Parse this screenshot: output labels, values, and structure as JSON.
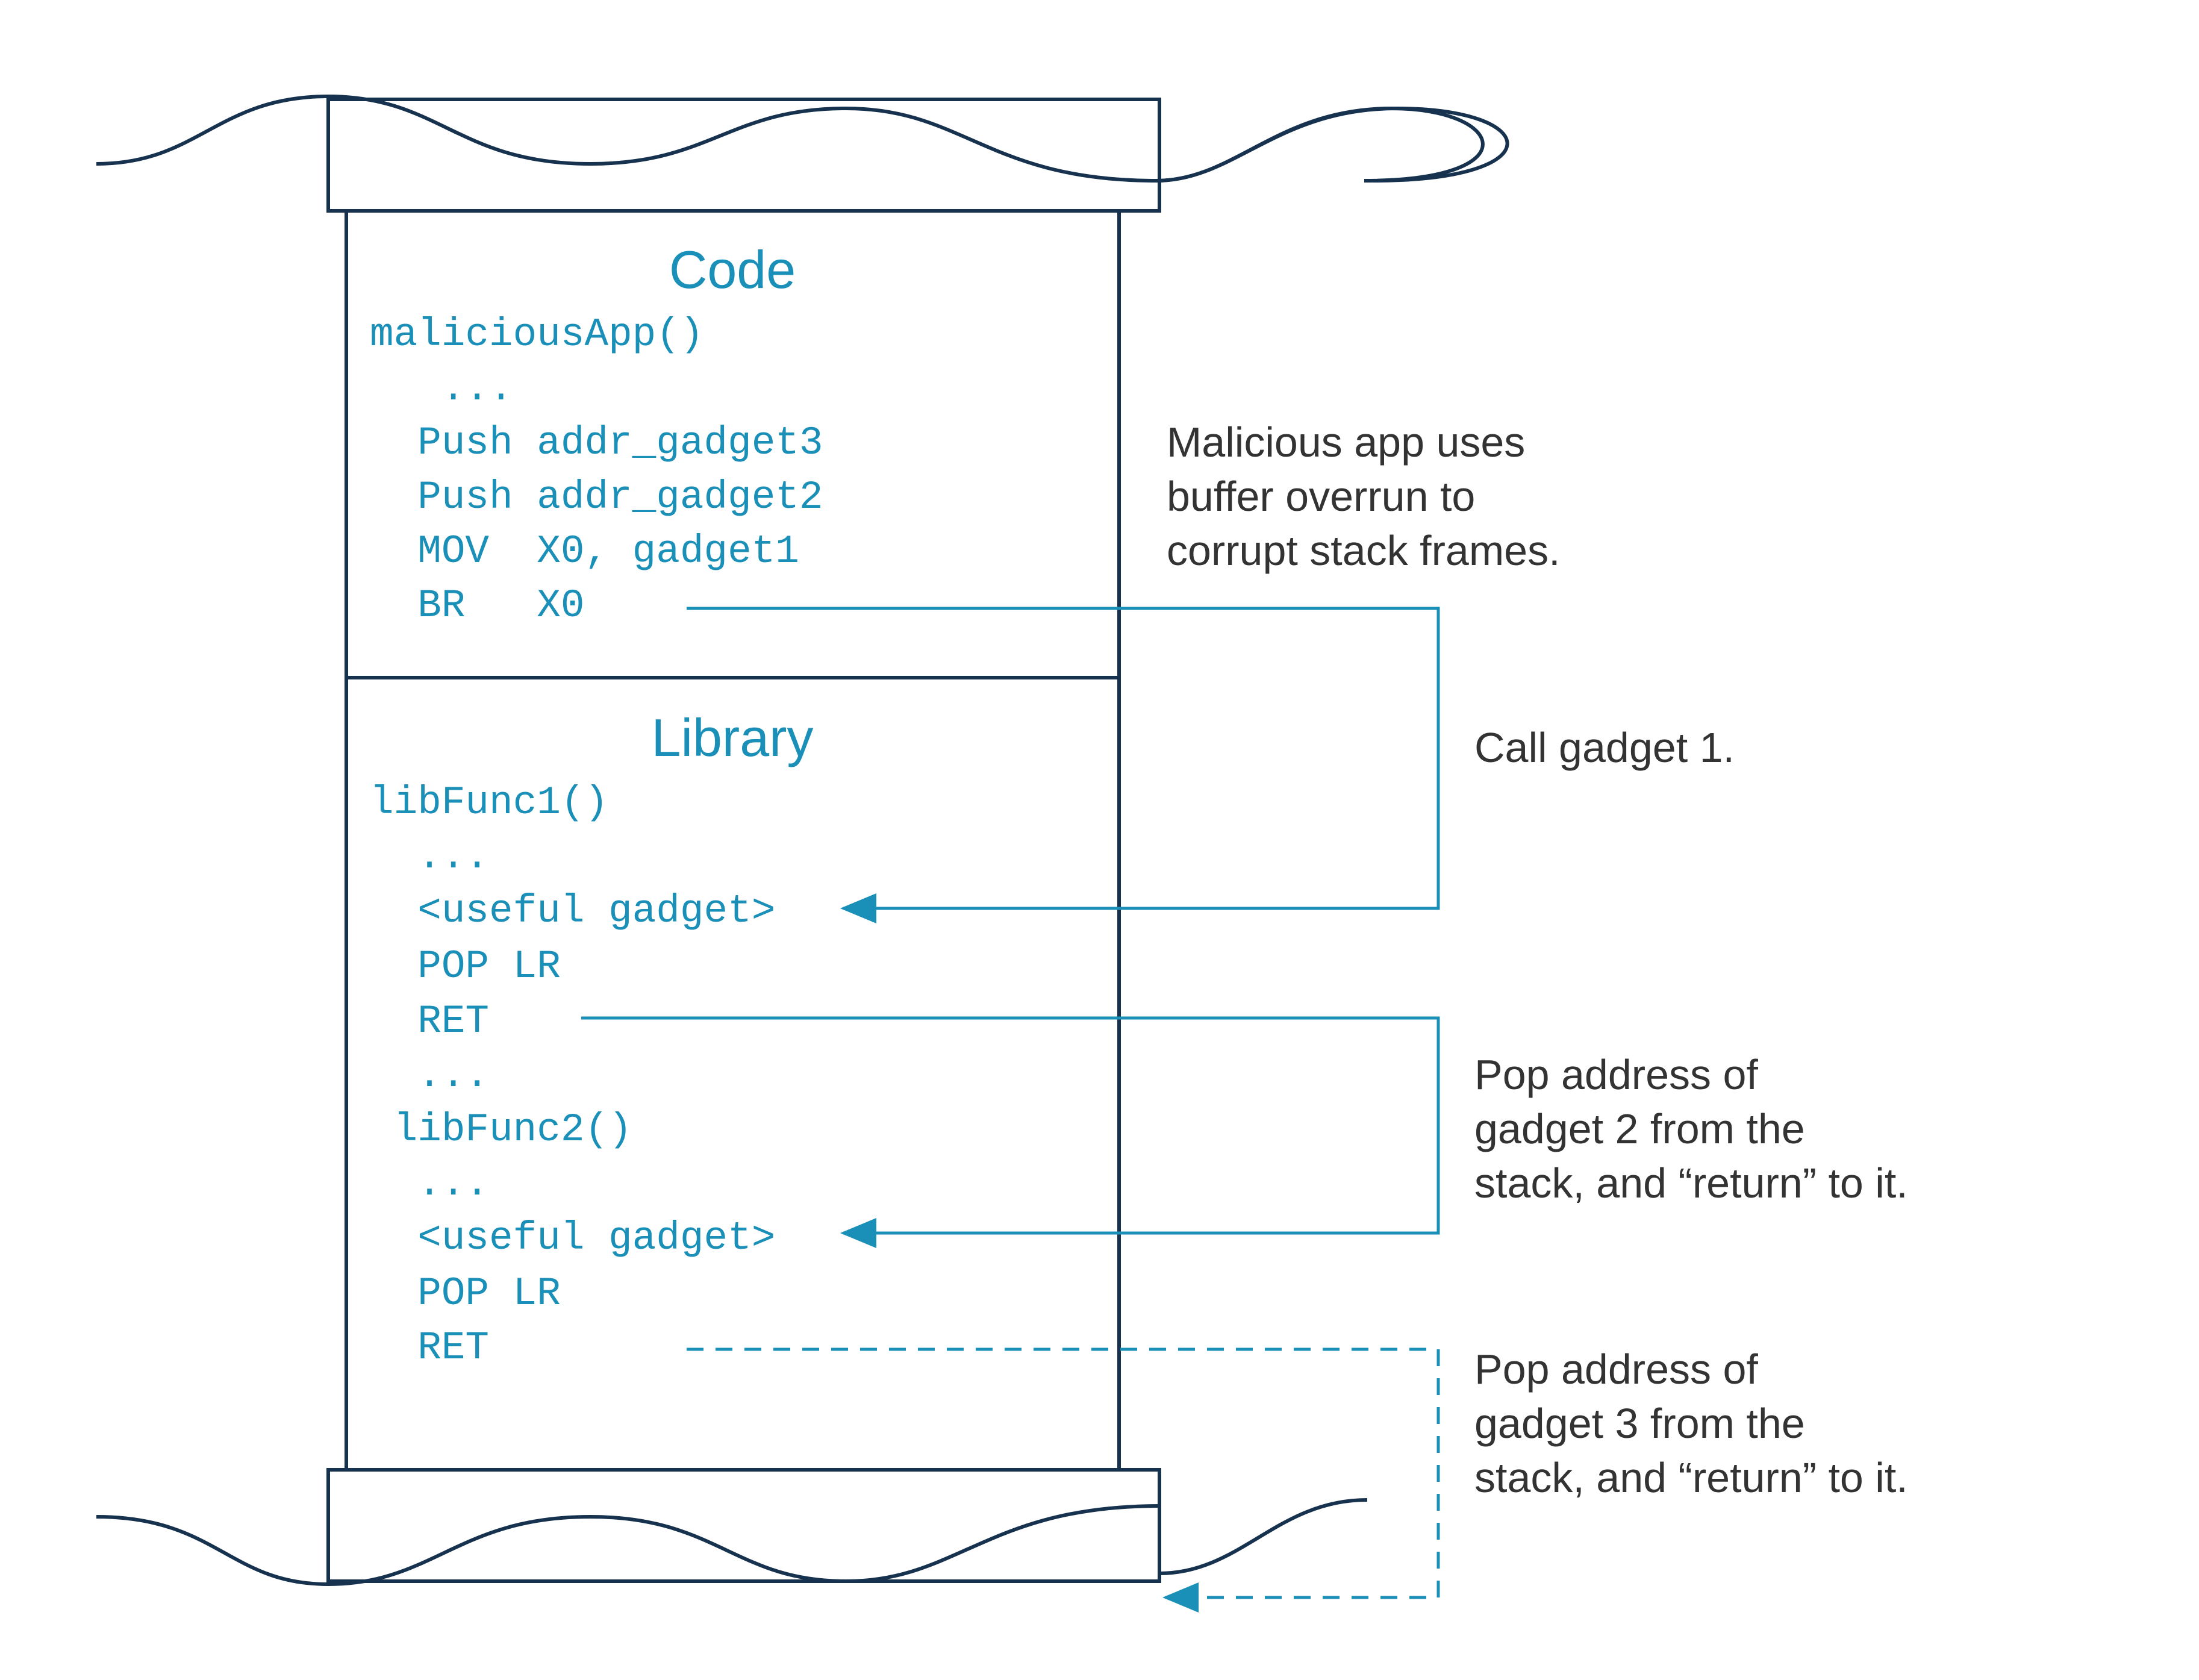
{
  "colors": {
    "frame": "#16324f",
    "accent": "#1a8fb8",
    "note_text": "#333333",
    "background": "#ffffff"
  },
  "code_section": {
    "heading": "Code",
    "lines": [
      "maliciousApp()",
      "   ...",
      "  Push addr_gadget3",
      "  Push addr_gadget2",
      "  MOV  X0, gadget1",
      "  BR   X0"
    ]
  },
  "library_section": {
    "heading": "Library",
    "lines": [
      "libFunc1()",
      "  ...",
      "  <useful gadget>",
      "  POP LR",
      "  RET",
      "  ...",
      " libFunc2()",
      "  ...",
      "  <useful gadget>",
      "  POP LR",
      "  RET"
    ]
  },
  "notes": {
    "malicious": [
      "Malicious app uses",
      "buffer overrun to",
      "corrupt stack frames."
    ],
    "call_gadget1": [
      "Call gadget 1."
    ],
    "pop_gadget2": [
      "Pop address of",
      "gadget 2 from the",
      "stack, and “return” to it."
    ],
    "pop_gadget3": [
      "Pop address of",
      "gadget 3 from the",
      "stack, and “return” to it."
    ]
  }
}
